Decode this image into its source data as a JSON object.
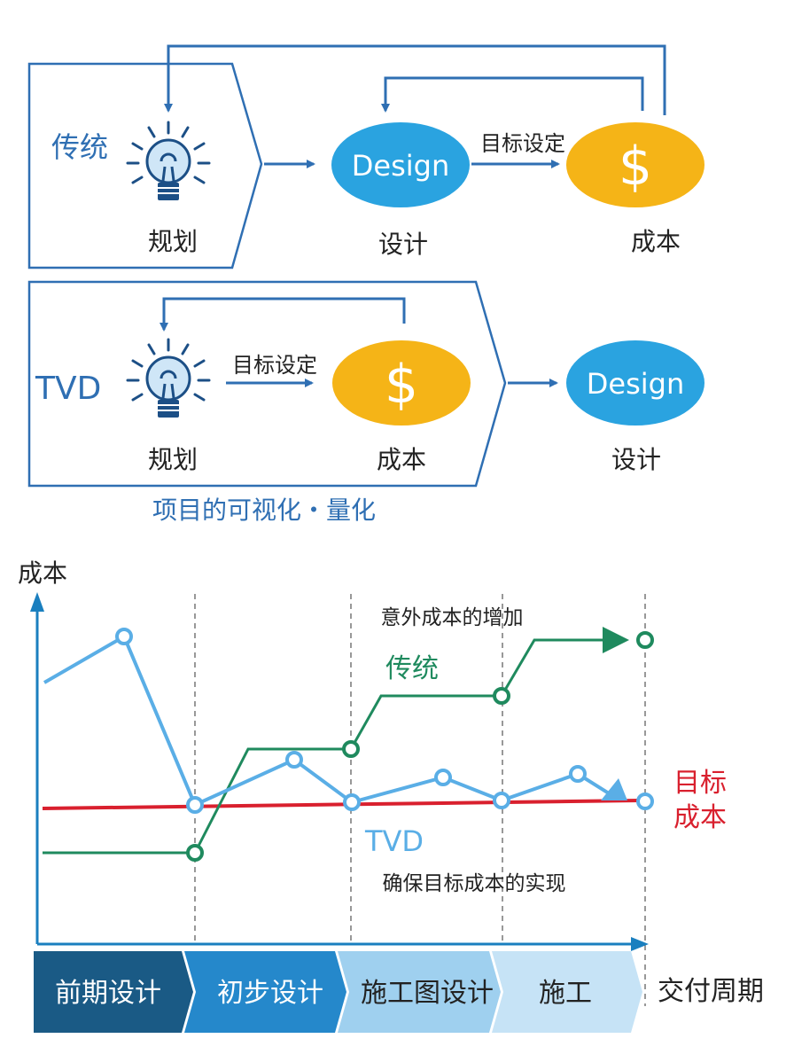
{
  "top": {
    "traditional": {
      "label": "传统",
      "planning": "规划",
      "design_badge": "Design",
      "design_label": "设计",
      "target_setting": "目标设定",
      "cost_badge": "$",
      "cost_label": "成本"
    },
    "tvd": {
      "label": "TVD",
      "planning": "规划",
      "target_setting": "目标设定",
      "cost_badge": "$",
      "cost_label": "成本",
      "design_badge": "Design",
      "design_label": "设计"
    },
    "caption": "项目的可视化・量化"
  },
  "chart": {
    "y_axis_label": "成本",
    "x_axis_label": "交付周期",
    "annotation_unexpected": "意外成本的增加",
    "traditional_label": "传统",
    "tvd_label": "TVD",
    "annotation_tvd": "确保目标成本的实现",
    "target_cost_line1": "目标",
    "target_cost_line2": "成本",
    "phases": [
      "前期设计",
      "初步设计",
      "施工图设计",
      "施工"
    ],
    "colors": {
      "tvd": "#5aaee6",
      "traditional": "#1f8a5e",
      "target": "#d9202e",
      "axis": "#1a7fbf"
    }
  }
}
